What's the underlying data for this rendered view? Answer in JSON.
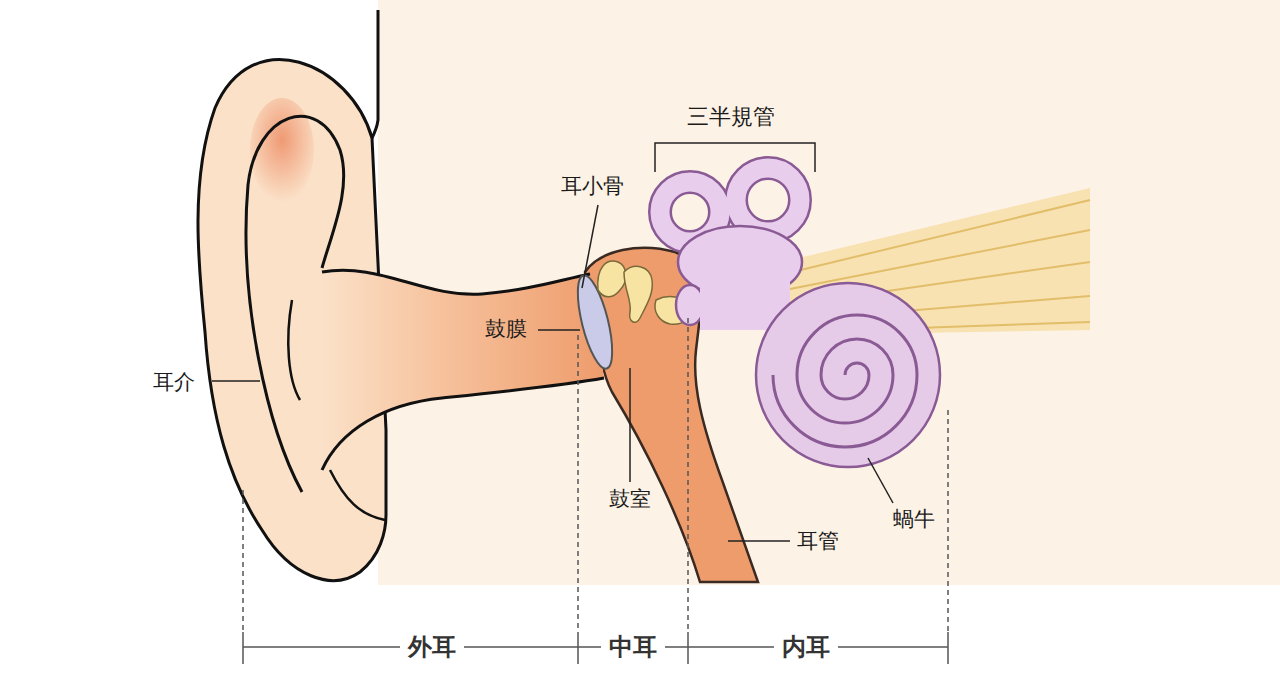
{
  "diagram": {
    "labels": [
      "三半規管",
      "耳小骨",
      "鼓膜",
      "耳介",
      "鼓室",
      "耳管",
      "蝸牛",
      "外耳",
      "中耳",
      "内耳"
    ]
  }
}
